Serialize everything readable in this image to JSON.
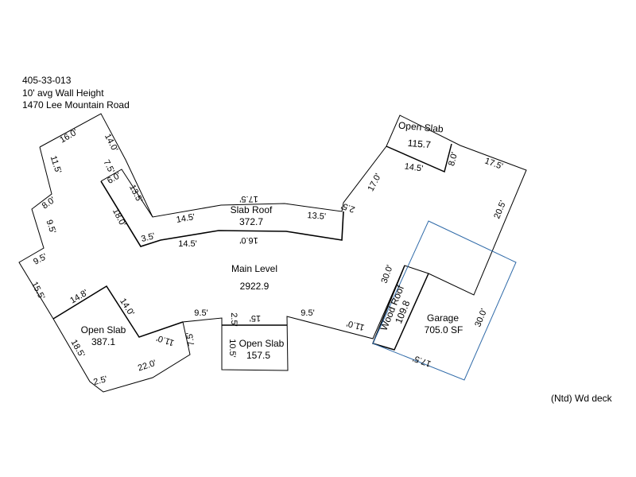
{
  "header": {
    "parcel_id": "405-33-013",
    "wall_height": "10' avg Wall Height",
    "address": "1470 Lee Mountain Road"
  },
  "footnote": "(Ntd) Wd deck",
  "areas": {
    "slab_roof": {
      "name": "Slab Roof",
      "value": "372.7"
    },
    "main_level": {
      "name": "Main Level",
      "value": "2922.9"
    },
    "open_slab_top": {
      "name": "Open Slab",
      "value": "115.7"
    },
    "open_slab_left": {
      "name": "Open Slab",
      "value": "387.1"
    },
    "open_slab_mid": {
      "name": "Open Slab",
      "value": "157.5"
    },
    "wood_roof": {
      "name": "Wood Roof",
      "value": "109.8"
    },
    "garage": {
      "name": "Garage",
      "value": "705.0 SF"
    }
  },
  "dimensions": {
    "d16_0_top": "16.0'",
    "d14_0_top": "14.0'",
    "d11_5": "11.5'",
    "d7_5_a": "7.5'",
    "d6_0": "6.0'",
    "d13_5_a": "13.5'",
    "d8_0_a": "8.0'",
    "d18_0": "18.0'",
    "d9_5_a": "9.5'",
    "d3_5": "3.5'",
    "d14_5_a": "14.5'",
    "d17_5_a": "17.5'",
    "d13_5_b": "13.5'",
    "d14_5_b": "14.5'",
    "d16_0_b": "16.0'",
    "d2_5_a": "2.5'",
    "d17_0": "17.0'",
    "d14_5_c": "14.5'",
    "d8_0_b": "8.0'",
    "d17_5_b": "17.5'",
    "d20_5": "20.5'",
    "d9_5_b": "9.5'",
    "d15_5": "15.5'",
    "d14_8": "14.8'",
    "d14_0_b": "14.0'",
    "d18_5": "18.5'",
    "d11_0_a": "11.0'",
    "d7_5_b": "7.5'",
    "d2_5_b": "2.5'",
    "d22_0": "22.0'",
    "d9_5_c": "9.5'",
    "d2_5_c": "2.5'",
    "d15": "15'",
    "d10_5": "10.5'",
    "d9_5_d": "9.5'",
    "d11_0_b": "11.0'",
    "d30_0_a": "30.0'",
    "d30_0_b": "30.0'",
    "d17_5_c": "17.5'"
  },
  "colors": {
    "outline": "#000000",
    "garage": "#2f6aa8"
  }
}
